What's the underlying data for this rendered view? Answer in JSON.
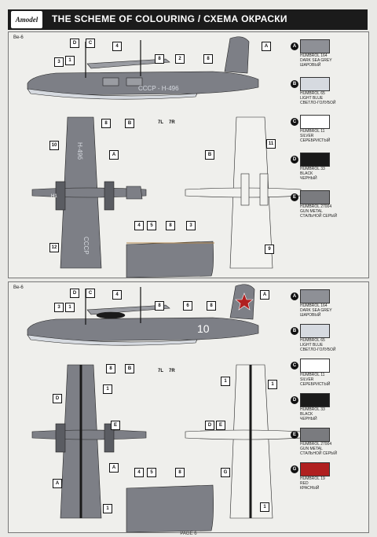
{
  "header": {
    "logo": "Amodel",
    "title": "THE SCHEME OF COLOURING / СХЕМА ОКРАСКИ"
  },
  "panels": [
    {
      "variant": "Be-6",
      "side_marking": "СССР - Н-496",
      "top_marking": "Н-49б",
      "bottom_marking": "СССР",
      "nose_marking": "Н1",
      "callouts": [
        "D",
        "C",
        "4",
        "A",
        "3",
        "1",
        "8",
        "2",
        "8",
        "B",
        "8",
        "7L",
        "7R",
        "10",
        "A",
        "11",
        "B",
        "12",
        "4",
        "5",
        "8",
        "3",
        "9"
      ],
      "legend": [
        {
          "letter": "A",
          "code": "HUMBROL 164",
          "en": "DARK SEA GREY",
          "ru": "ШАРОВЫЙ",
          "color": "#8e9096"
        },
        {
          "letter": "B",
          "code": "HUMBROL 65",
          "en": "LIGHT BLUE",
          "ru": "СВЕТЛО-ГОЛУБОЙ",
          "color": "#d6dae0"
        },
        {
          "letter": "C",
          "code": "HUMBROL 11",
          "en": "SILVER",
          "ru": "СЕРЕБРИСТЫЙ",
          "color": "#ffffff"
        },
        {
          "letter": "D",
          "code": "HUMBROL 33",
          "en": "BLACK",
          "ru": "ЧЕРНЫЙ",
          "color": "#1a1a1a"
        },
        {
          "letter": "E",
          "code": "HUMBROL 27004",
          "en": "GUN METAL",
          "ru": "СТАЛЬНОЙ СЕРЫЙ",
          "color": "#7a7b7f"
        }
      ]
    },
    {
      "variant": "Be-6",
      "side_marking": "10",
      "callouts": [
        "D",
        "C",
        "4",
        "A",
        "3",
        "1",
        "8",
        "6",
        "8",
        "B",
        "8",
        "7L",
        "7R",
        "1",
        "D",
        "E",
        "A",
        "1",
        "1",
        "D",
        "E",
        "4",
        "5",
        "8",
        "A",
        "1",
        "1",
        "G"
      ],
      "legend": [
        {
          "letter": "A",
          "code": "HUMBROL 164",
          "en": "DARK SEA GREY",
          "ru": "ШАРОВЫЙ",
          "color": "#8e9096"
        },
        {
          "letter": "B",
          "code": "HUMBROL 65",
          "en": "LIGHT BLUE",
          "ru": "СВЕТЛО-ГОЛУБОЙ",
          "color": "#d6dae0"
        },
        {
          "letter": "C",
          "code": "HUMBROL 11",
          "en": "SILVER",
          "ru": "СЕРЕБРИСТЫЙ",
          "color": "#ffffff"
        },
        {
          "letter": "D",
          "code": "HUMBROL 33",
          "en": "BLACK",
          "ru": "ЧЕРНЫЙ",
          "color": "#1a1a1a"
        },
        {
          "letter": "E",
          "code": "HUMBROL 27004",
          "en": "GUN METAL",
          "ru": "СТАЛЬНОЙ СЕРЫЙ",
          "color": "#7a7b7f"
        },
        {
          "letter": "G",
          "code": "HUMBROL 19",
          "en": "RED",
          "ru": "КРАСНЫЙ",
          "color": "#b02020"
        }
      ]
    }
  ],
  "footer": "PAGE 6"
}
